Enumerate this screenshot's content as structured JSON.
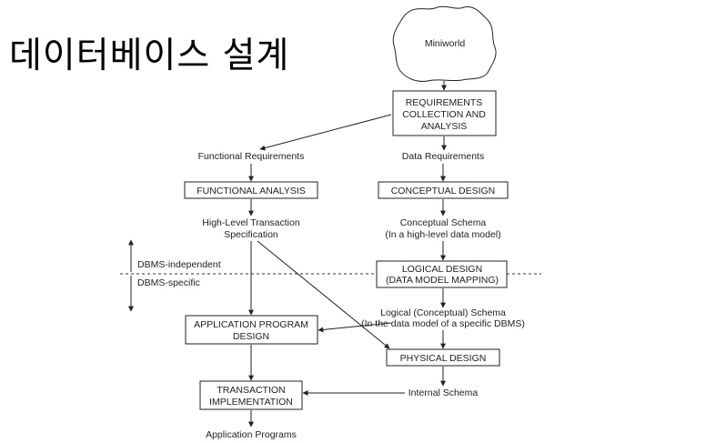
{
  "title": "데이터베이스 설계",
  "diagram": {
    "miniworld": "Miniworld",
    "requirements_box": [
      "REQUIREMENTS",
      "COLLECTION AND",
      "ANALYSIS"
    ],
    "functional_requirements": "Functional Requirements",
    "data_requirements": "Data Requirements",
    "functional_analysis": "FUNCTIONAL ANALYSIS",
    "conceptual_design": "CONCEPTUAL DESIGN",
    "high_level_spec": [
      "High-Level Transaction",
      "Specification"
    ],
    "conceptual_schema": [
      "Conceptual Schema",
      "(In a high-level data model)"
    ],
    "dbms_independent": "DBMS-independent",
    "dbms_specific": "DBMS-specific",
    "logical_design": [
      "LOGICAL DESIGN",
      "(DATA MODEL MAPPING)"
    ],
    "logical_schema": [
      "Logical (Conceptual) Schema",
      "(In the data model of a specific DBMS)"
    ],
    "application_program_design": [
      "APPLICATION PROGRAM",
      "DESIGN"
    ],
    "physical_design": "PHYSICAL DESIGN",
    "transaction_implementation": [
      "TRANSACTION",
      "IMPLEMENTATION"
    ],
    "internal_schema": "Internal Schema",
    "application_programs": "Application Programs"
  }
}
